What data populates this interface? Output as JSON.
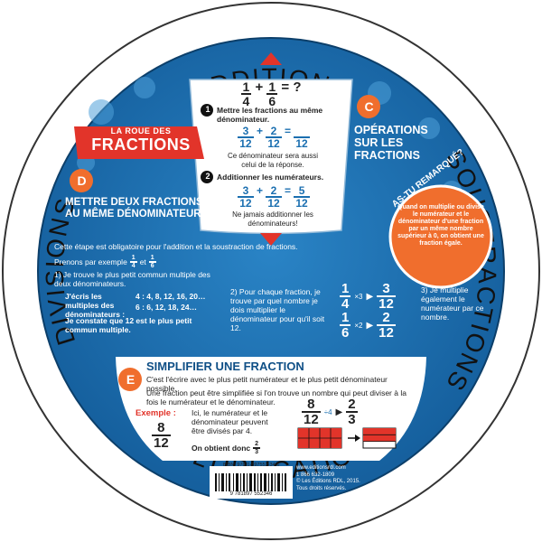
{
  "ring": {
    "top": "ADDITIONS",
    "right": "SOUSTRACTIONS",
    "bottom": "MULTIPLICATIONS",
    "left": "DIVISIONS"
  },
  "top_window": {
    "equation": {
      "a_num": "1",
      "a_den": "4",
      "op": "+",
      "b_num": "1",
      "b_den": "6",
      "tail": "= ?"
    },
    "step1_num": "1",
    "step1_text": "Mettre les fractions au même dénominateur.",
    "step1_eq": {
      "a_num": "3",
      "a_den": "12",
      "op": "+",
      "b_num": "2",
      "b_den": "12",
      "eq": "=",
      "r_den": "12"
    },
    "step1_note": "Ce dénominateur sera aussi celui de la réponse.",
    "step2_num": "2",
    "step2_text": "Additionner les numérateurs.",
    "step2_eq": {
      "a_num": "3",
      "a_den": "12",
      "op": "+",
      "b_num": "2",
      "b_den": "12",
      "eq": "=",
      "r_num": "5",
      "r_den": "12"
    },
    "step2_note": "Ne jamais additionner les dénominateurs!"
  },
  "title_banner": {
    "line1": "LA ROUE DES",
    "line2": "FRACTIONS"
  },
  "section_c": {
    "letter": "C",
    "title": "OPÉRATIONS SUR LES FRACTIONS"
  },
  "remarque": {
    "title": "AS-TU REMARQUÉ?",
    "text": "Quand on multiplie ou divise le numérateur et le dénominateur d'une fraction par un même nombre supérieur à 0, on obtient une fraction égale."
  },
  "section_d": {
    "letter": "D",
    "title": "METTRE DEUX FRACTIONS AU MÊME DÉNOMINATEUR",
    "intro": "Cette étape est obligatoire pour l'addition et la soustraction de fractions.",
    "example": "Prenons par exemple",
    "ex_f1": {
      "n": "1",
      "d": "4"
    },
    "ex_and": "et",
    "ex_f2": {
      "n": "1",
      "d": "6"
    },
    "step1": "1) Je trouve le plus petit commun multiple des deux dénominateurs.",
    "mult_label": "J'écris les multiples des dénominateurs :",
    "mult_4": "4 : 4, 8, 12, 16, 20…",
    "mult_6": "6 : 6, 12, 18, 24…",
    "lcm_text": "Je constate que 12 est le plus petit commun multiple.",
    "step2": "2) Pour chaque fraction, je trouve par quel nombre je dois multiplier le dénominateur pour qu'il soit 12.",
    "conv1": {
      "from_n": "1",
      "from_d": "4",
      "mult": "×3",
      "to_n": "3",
      "to_d": "12"
    },
    "conv2": {
      "from_n": "1",
      "from_d": "6",
      "mult": "×2",
      "to_n": "2",
      "to_d": "12"
    },
    "step3": "3) Je multiplie également le numérateur par ce nombre."
  },
  "section_e": {
    "letter": "E",
    "title": "SIMPLIFIER UNE FRACTION",
    "def": "C'est l'écrire avec le plus petit numérateur et le plus petit dénominateur possible.",
    "rule": "Une fraction peut être simplifiée si l'on trouve un nombre qui peut diviser à la fois le numérateur et le dénominateur.",
    "ex_label": "Exemple :",
    "ex_frac": {
      "n": "8",
      "d": "12"
    },
    "ex_text": "Ici, le numérateur et le dénominateur peuvent être divisés par 4.",
    "ex_result_text": "On obtient donc",
    "ex_result": {
      "n": "2",
      "d": "3"
    },
    "simp_from": {
      "n": "8",
      "d": "12"
    },
    "simp_div": "÷4",
    "simp_to": {
      "n": "2",
      "d": "3"
    }
  },
  "footer": {
    "isbn": "ISBN: 978-1-897552-34-6",
    "barcode_digits": "9 781897 552346",
    "web": "www.editionsrdl.com",
    "phone": "1 866 632-1809",
    "copyright": "© Les Éditions RDL, 2015.",
    "rights": "Tous droits réservés."
  },
  "colors": {
    "blue": "#1b6fb0",
    "red": "#e2342a",
    "orange": "#f06e2d",
    "dark_blue": "#0f4f86"
  }
}
